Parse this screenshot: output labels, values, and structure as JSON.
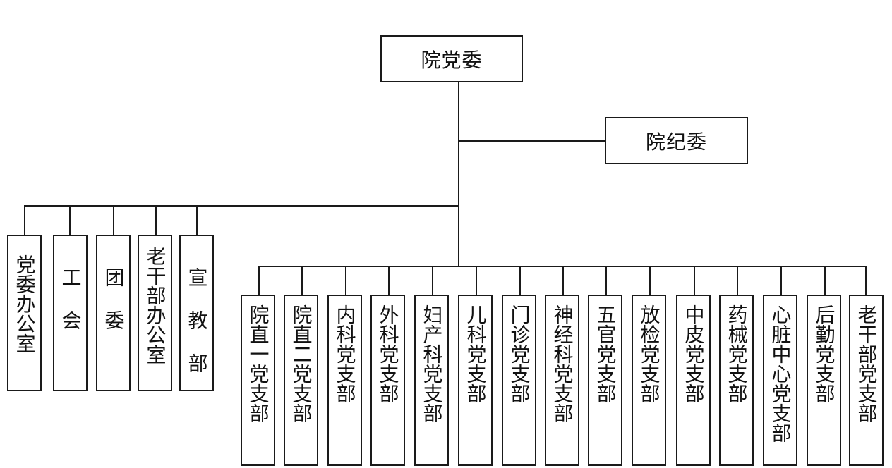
{
  "top": {
    "label": "院党委"
  },
  "side": {
    "label": "院纪委"
  },
  "left_units": [
    {
      "label": "党委办公室"
    },
    {
      "label": "工 会"
    },
    {
      "label": "团 委"
    },
    {
      "label": "老干部办公室"
    },
    {
      "label": "宣 教 部"
    }
  ],
  "branches": [
    {
      "label": "院直一党支部"
    },
    {
      "label": "院直二党支部"
    },
    {
      "label": "内科党支部"
    },
    {
      "label": "外科党支部"
    },
    {
      "label": "妇产科党支部"
    },
    {
      "label": "儿科党支部"
    },
    {
      "label": "门诊党支部"
    },
    {
      "label": "神经科党支部"
    },
    {
      "label": "五官党支部"
    },
    {
      "label": "放检党支部"
    },
    {
      "label": "中皮党支部"
    },
    {
      "label": "药械党支部"
    },
    {
      "label": "心脏中心党支部"
    },
    {
      "label": "后勤党支部"
    },
    {
      "label": "老干部党支部"
    }
  ]
}
